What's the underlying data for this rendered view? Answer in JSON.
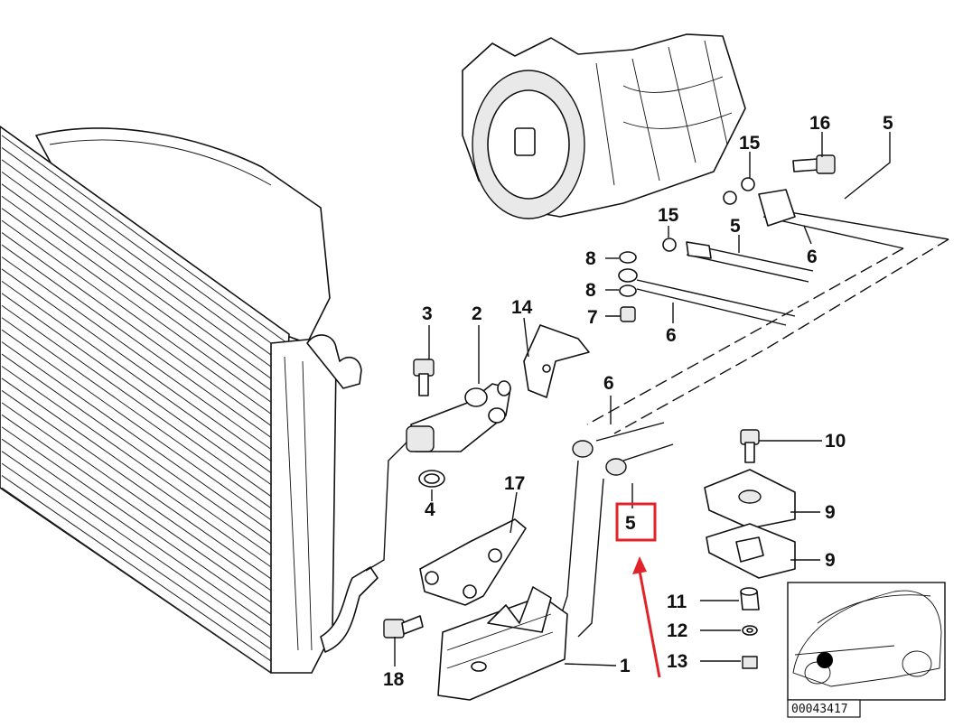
{
  "diagram": {
    "reference_number": "00043417",
    "callouts": {
      "c1": "1",
      "c2": "2",
      "c3": "3",
      "c4": "4",
      "c5_top": "5",
      "c5_mid": "5",
      "c5_low": "5",
      "c6_a": "6",
      "c6_b": "6",
      "c6_c": "6",
      "c7": "7",
      "c8_a": "8",
      "c8_b": "8",
      "c9_a": "9",
      "c9_b": "9",
      "c10": "10",
      "c11": "11",
      "c12": "12",
      "c13": "13",
      "c14": "14",
      "c15_a": "15",
      "c15_b": "15",
      "c16": "16",
      "c17": "17",
      "c18": "18"
    },
    "highlighted_callout": "5",
    "highlight_color": "#e0242a",
    "arrow_color": "#e0242a",
    "marker_color": "#000000"
  }
}
